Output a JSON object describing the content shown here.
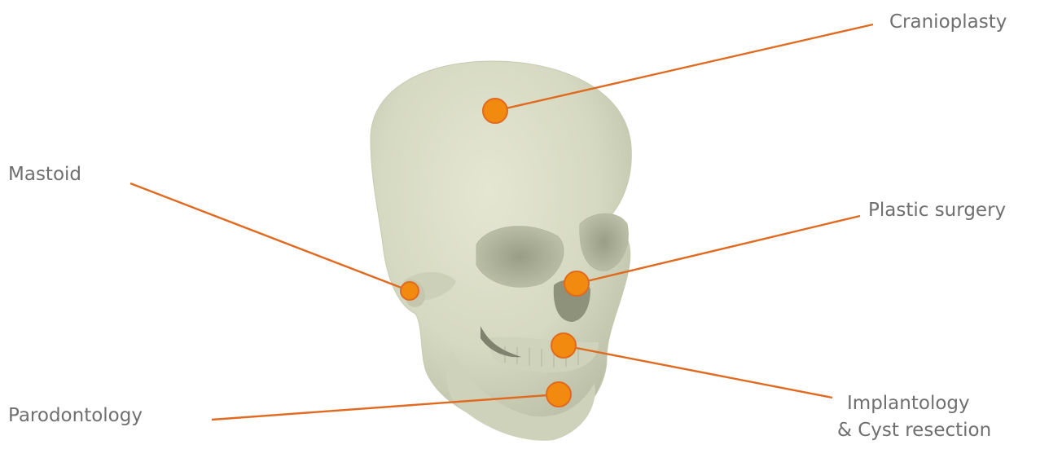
{
  "labels": {
    "cranioplasty": "Cranioplasty",
    "mastoid": "Mastoid",
    "plastic_surgery": "Plastic surgery",
    "parodontology": "Parodontology",
    "implantology_line1": "Implantology",
    "implantology_line2": "& Cyst resection"
  },
  "colors": {
    "accent": "#f28a0f",
    "leader_line": "#e06a1f",
    "bone": "#d9dcc5",
    "label_text": "#6f6f6f"
  }
}
